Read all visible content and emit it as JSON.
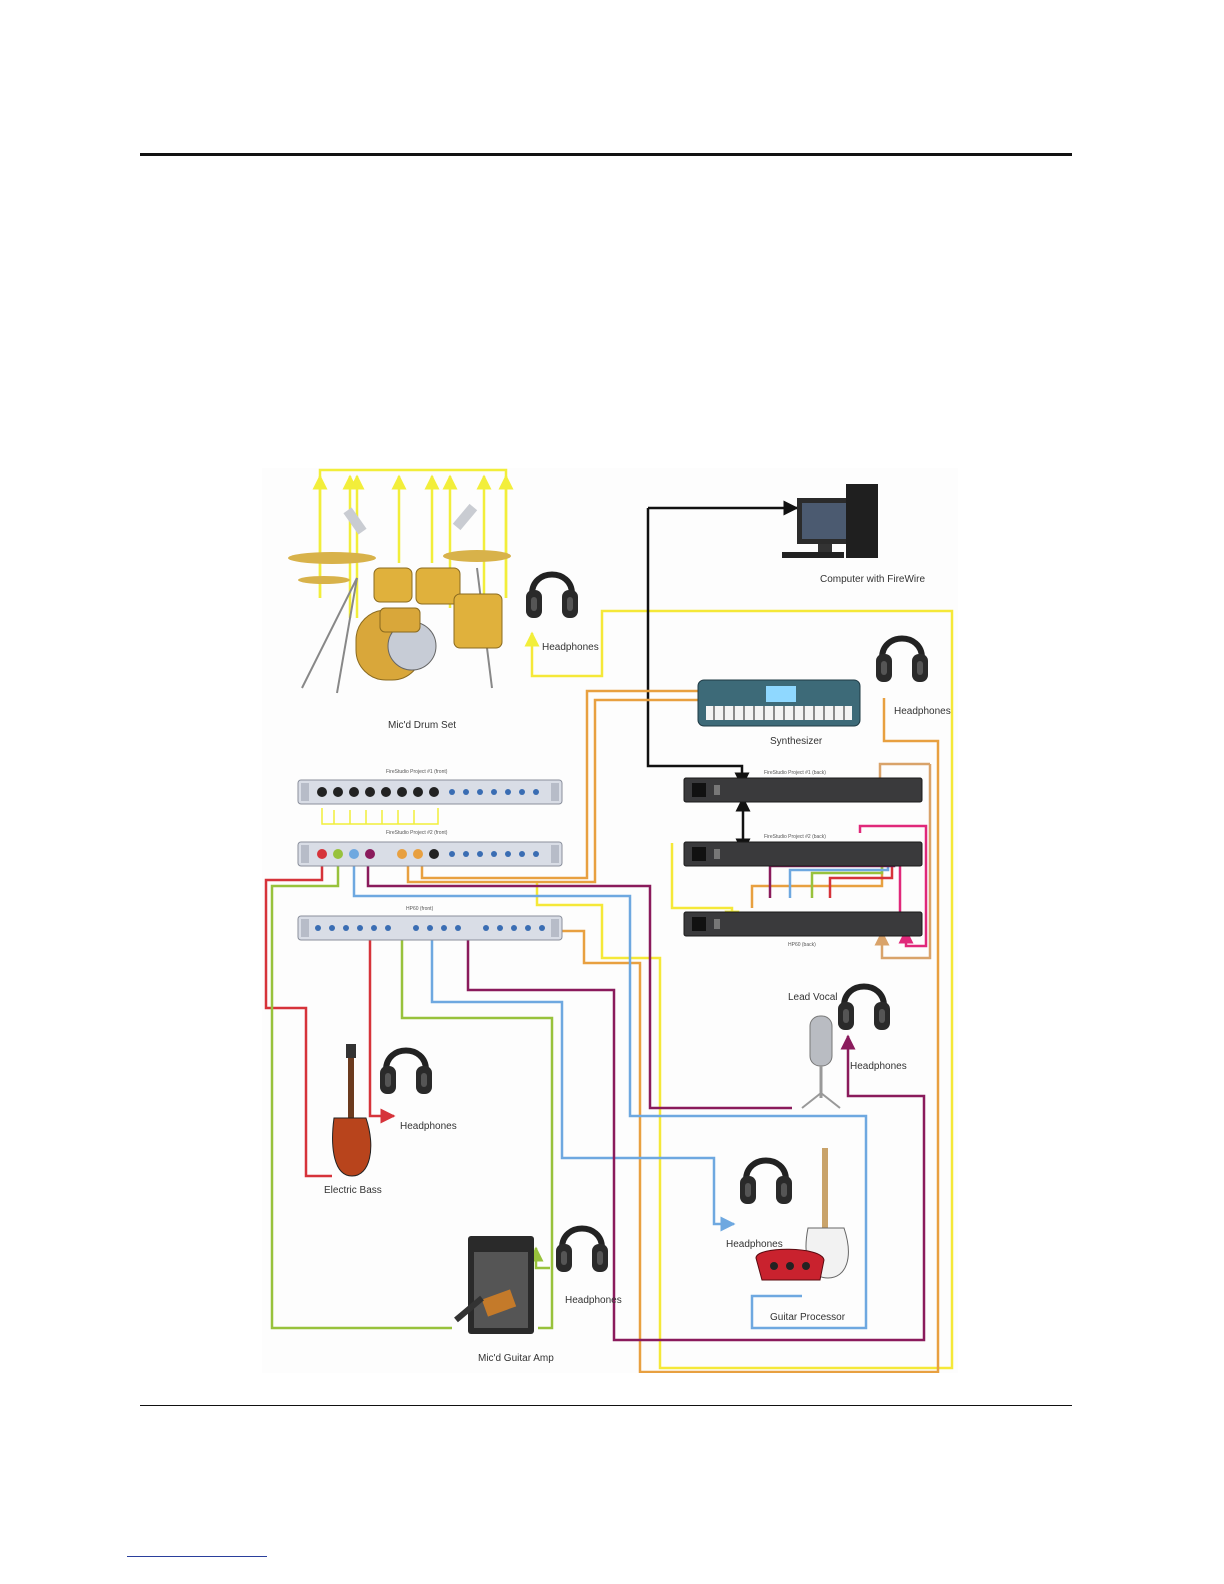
{
  "diagram": {
    "labels": {
      "drums": "Mic'd Drum Set",
      "computer": "Computer with FireWire",
      "synth": "Synthesizer",
      "fs1_front": "FireStudio Project #1 (front)",
      "fs2_front": "FireStudio Project #2 (front)",
      "hp_front": "HP60 (front)",
      "fs1_back": "FireStudio Project #1 (back)",
      "fs2_back": "FireStudio Project #2 (back)",
      "hp_back": "HP60 (back)",
      "lead_vocal": "Lead Vocal",
      "bass": "Electric Bass",
      "guitar_processor": "Guitar Processor",
      "guitar_amp": "Mic'd Guitar Amp",
      "hp_drums": "Headphones",
      "hp_synth": "Headphones",
      "hp_vocal": "Headphones",
      "hp_bass": "Headphones",
      "hp_guitar": "Headphones",
      "hp_amp": "Headphones"
    },
    "cable_colors": {
      "drum_mics": "#f2ee3a",
      "firewire": "#111111",
      "synth": "#e8a040",
      "bass": "#d6333a",
      "guitar_amp": "#98c23c",
      "guitar_processor": "#6ea8e0",
      "vocal": "#8a1b5c",
      "headphone_yellow": "#f5e838",
      "headphone_orange": "#e8a040",
      "aux": "#d9a36a",
      "pink": "#e0287a"
    }
  }
}
